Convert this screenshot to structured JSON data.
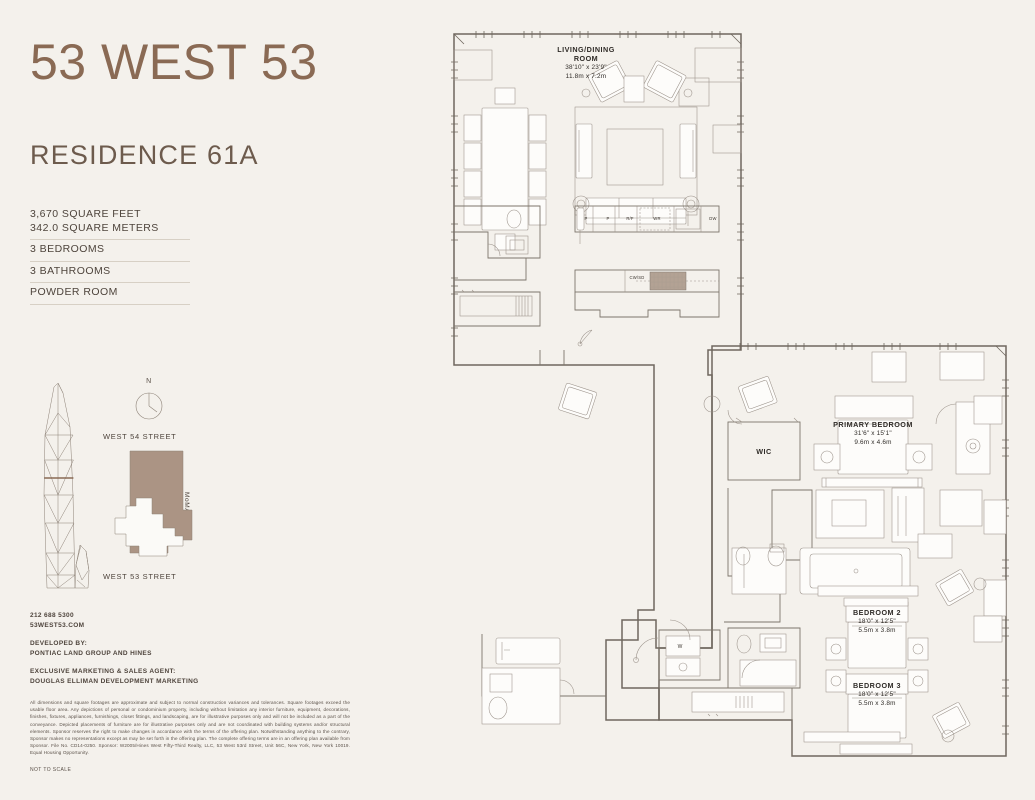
{
  "brand": {
    "title": "53 WEST 53",
    "residence": "RESIDENCE 61A"
  },
  "colors": {
    "background": "#f4f1ec",
    "brand_brown": "#8a6a54",
    "accent_tan": "#ab9484",
    "text_dark": "#4e443c",
    "line": "#8c8176"
  },
  "specs": [
    {
      "line1": "3,670 SQUARE FEET",
      "line2": "342.0 SQUARE METERS"
    },
    {
      "line1": "3 BEDROOMS",
      "line2": ""
    },
    {
      "line1": "3 BATHROOMS",
      "line2": ""
    },
    {
      "line1": "POWDER ROOM",
      "line2": ""
    }
  ],
  "sitemap": {
    "compass_label": "N",
    "street_north": "WEST 54 STREET",
    "street_south": "WEST 53 STREET",
    "neighbor": "MoMA"
  },
  "contact": {
    "phone": "212 688 5300",
    "website": "53WEST53.COM",
    "developed_by_label": "DEVELOPED BY:",
    "developed_by": "PONTIAC LAND GROUP AND HINES",
    "agent_label": "EXCLUSIVE MARKETING & SALES AGENT:",
    "agent": "DOUGLAS ELLIMAN DEVELOPMENT MARKETING"
  },
  "legal": {
    "disclaimer": "All dimensions and square footages are approximate and subject to normal construction variances and tolerances. Square footages exceed the usable floor area. Any depictions of personal or condominium property, including without limitation any interior furniture, equipment, decorations, finishes, fixtures, appliances, furnishings, closet fittings, and landscaping, are for illustrative purposes only and will not be included as a part of the conveyance. Depicted placements of furniture are for illustrative purposes only and are not coordinated with building systems and/or structural elements. Sponsor reserves the right to make changes in accordance with the terms of the offering plan. Notwithstanding anything to the contrary, Sponsor makes no representations except as may be set forth in the offering plan. The complete offering terms are in an offering plan available from Sponsor. File No. CD14-0250. Sponsor: W2005/Hines West Fifty-Third Realty, LLC, 53 West 53rd Street, Unit 56C, New York, New York 10019. Equal Housing Opportunity.",
    "not_to_scale": "NOT TO SCALE"
  },
  "rooms": [
    {
      "id": "living-dining",
      "name_line1": "LIVING/DINING",
      "name_line2": "ROOM",
      "dim_imperial": "38'10\" x 23'9\"",
      "dim_metric": "11.8m x 7.2m"
    },
    {
      "id": "primary-bedroom",
      "name_line1": "PRIMARY BEDROOM",
      "name_line2": "",
      "dim_imperial": "31'6\" x 15'1\"",
      "dim_metric": "9.6m x 4.6m"
    },
    {
      "id": "bedroom-2",
      "name_line1": "BEDROOM 2",
      "name_line2": "",
      "dim_imperial": "18'0\" x 12'5\"",
      "dim_metric": "5.5m x 3.8m"
    },
    {
      "id": "bedroom-3",
      "name_line1": "BEDROOM 3",
      "name_line2": "",
      "dim_imperial": "18'0\" x 12'5\"",
      "dim_metric": "5.5m x 3.8m"
    },
    {
      "id": "wic",
      "name_line1": "WIC",
      "name_line2": "",
      "dim_imperial": "",
      "dim_metric": ""
    }
  ],
  "appliances": [
    {
      "id": "pantry-1",
      "label": "P"
    },
    {
      "id": "pantry-2",
      "label": "P"
    },
    {
      "id": "refrigerator-freezer",
      "label": "R/F"
    },
    {
      "id": "wine-refrigerator",
      "label": "WR"
    },
    {
      "id": "dishwasher",
      "label": "DW"
    },
    {
      "id": "washer-dryer",
      "label": "CW/SD"
    }
  ]
}
